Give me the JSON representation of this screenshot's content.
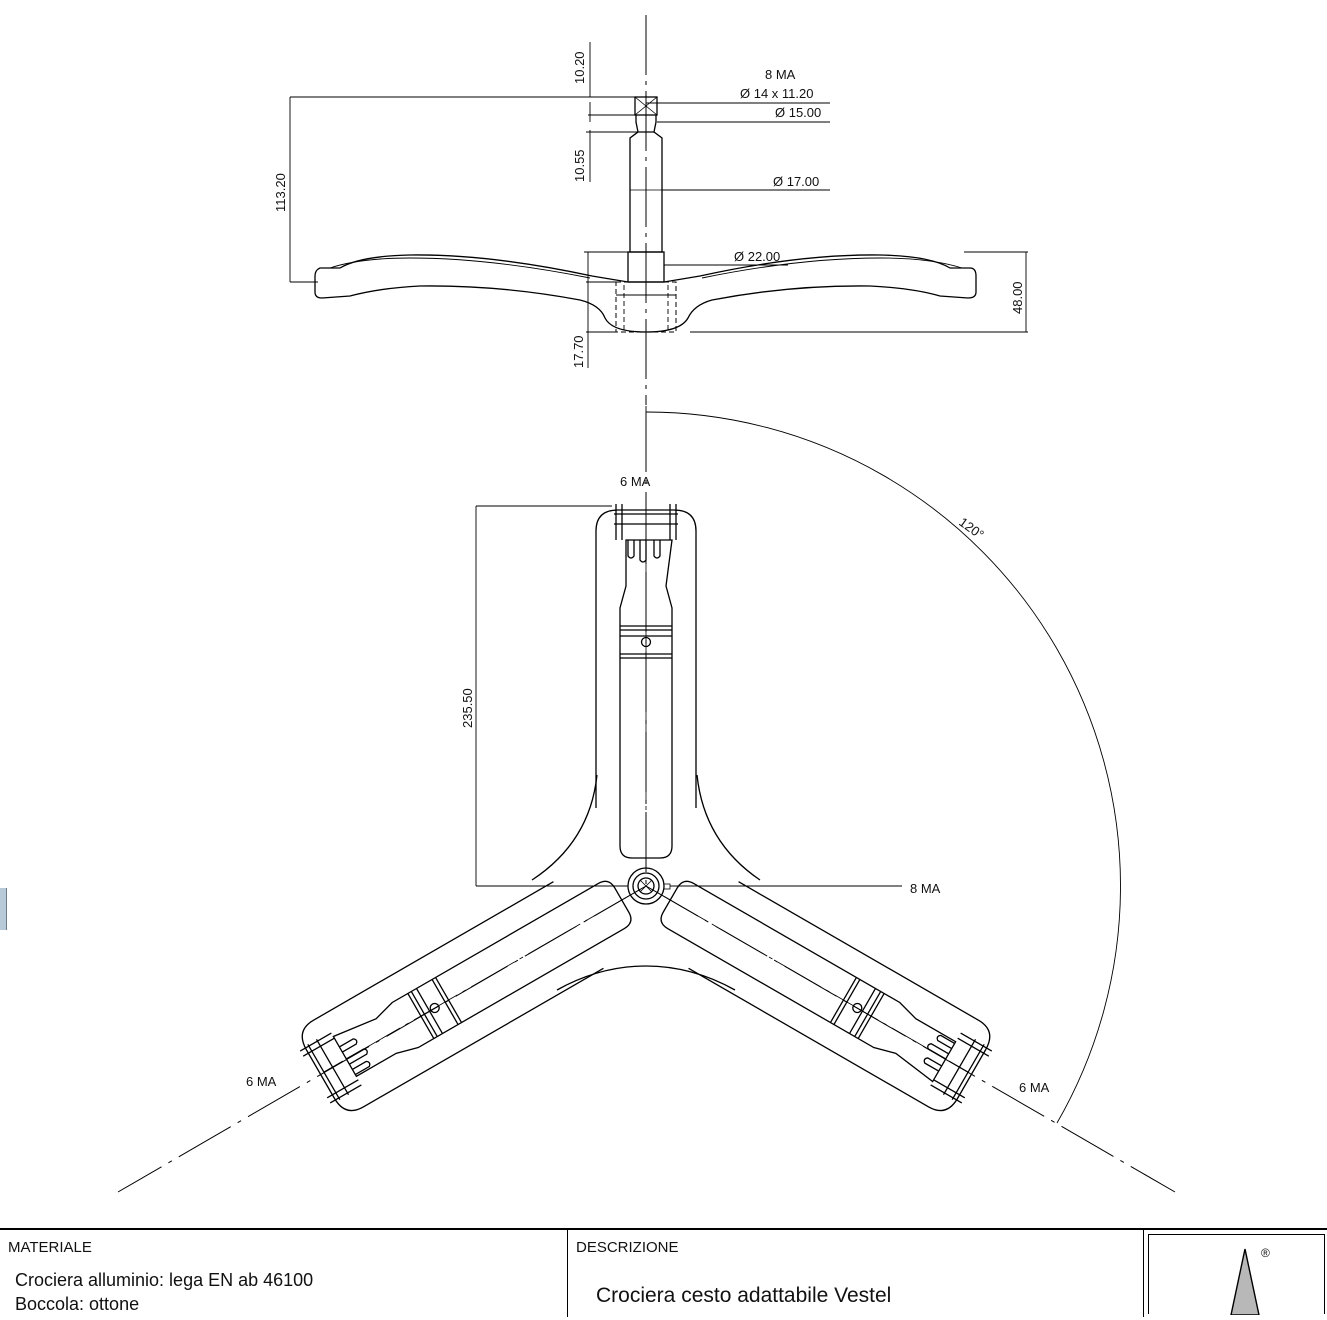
{
  "dimensions": {
    "d_10_20": "10.20",
    "d_8ma_top": "8 MA",
    "d_dia14": "Ø 14 x 11.20",
    "d_dia15": "Ø 15.00",
    "d_10_55": "10.55",
    "d_113_20": "113.20",
    "d_dia17": "Ø 17.00",
    "d_dia22": "Ø 22.00",
    "d_48": "48.00",
    "d_17_70": "17.70",
    "d_235_50": "235.50",
    "d_120": "120°",
    "d_6ma_top": "6 MA",
    "d_8ma_center": "8 MA",
    "d_6ma_left": "6 MA",
    "d_6ma_right": "6 MA"
  },
  "titleblock": {
    "material_header": "MATERIALE",
    "material_line1": "Crociera alluminio: lega EN ab 46100",
    "material_line2": "Boccola: ottone",
    "description_header": "DESCRIZIONE",
    "description_text": "Crociera cesto adattabile Vestel",
    "logo_mark": "®"
  }
}
